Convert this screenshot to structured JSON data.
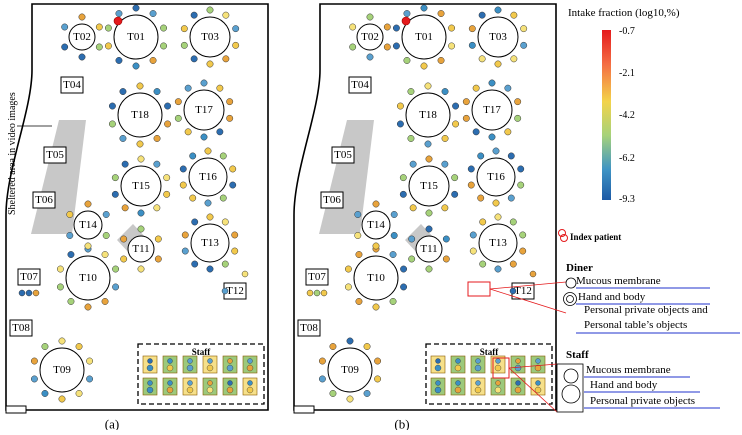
{
  "panels": [
    {
      "id": "a",
      "caption": "(a)"
    },
    {
      "id": "b",
      "caption": "(b)"
    }
  ],
  "sheltered_label": "Sheltered area in video images",
  "staff_label": "Staff",
  "tables": [
    {
      "id": "T01",
      "label": "T01"
    },
    {
      "id": "T02",
      "label": "T02"
    },
    {
      "id": "T03",
      "label": "T03"
    },
    {
      "id": "T04",
      "label": "T04"
    },
    {
      "id": "T05",
      "label": "T05"
    },
    {
      "id": "T06",
      "label": "T06"
    },
    {
      "id": "T07",
      "label": "T07"
    },
    {
      "id": "T08",
      "label": "T08"
    },
    {
      "id": "T09",
      "label": "T09"
    },
    {
      "id": "T10",
      "label": "T10"
    },
    {
      "id": "T11",
      "label": "T11"
    },
    {
      "id": "T12",
      "label": "T12"
    },
    {
      "id": "T13",
      "label": "T13"
    },
    {
      "id": "T14",
      "label": "T14"
    },
    {
      "id": "T15",
      "label": "T15"
    },
    {
      "id": "T16",
      "label": "T16"
    },
    {
      "id": "T17",
      "label": "T17"
    },
    {
      "id": "T18",
      "label": "T18"
    }
  ],
  "colorbar": {
    "title": "Intake fraction (log10,%)",
    "ticks": [
      "-0.7",
      "-2.1",
      "-4.2",
      "-6.2",
      "-9.3"
    ],
    "colors": [
      "#e8262a",
      "#f46d43",
      "#f2c94c",
      "#9fcf7a",
      "#3e8fc1",
      "#1c5fa8"
    ]
  },
  "index_patient_label": "Index patient",
  "legend": {
    "diner": {
      "title": "Diner",
      "items": [
        "Mucous membrane",
        "Hand and body",
        "Personal private objects and",
        "Personal table’s objects"
      ]
    },
    "staff": {
      "title": "Staff",
      "items": [
        "Mucous membrane",
        "Hand and body",
        "Personal private objects"
      ]
    }
  }
}
